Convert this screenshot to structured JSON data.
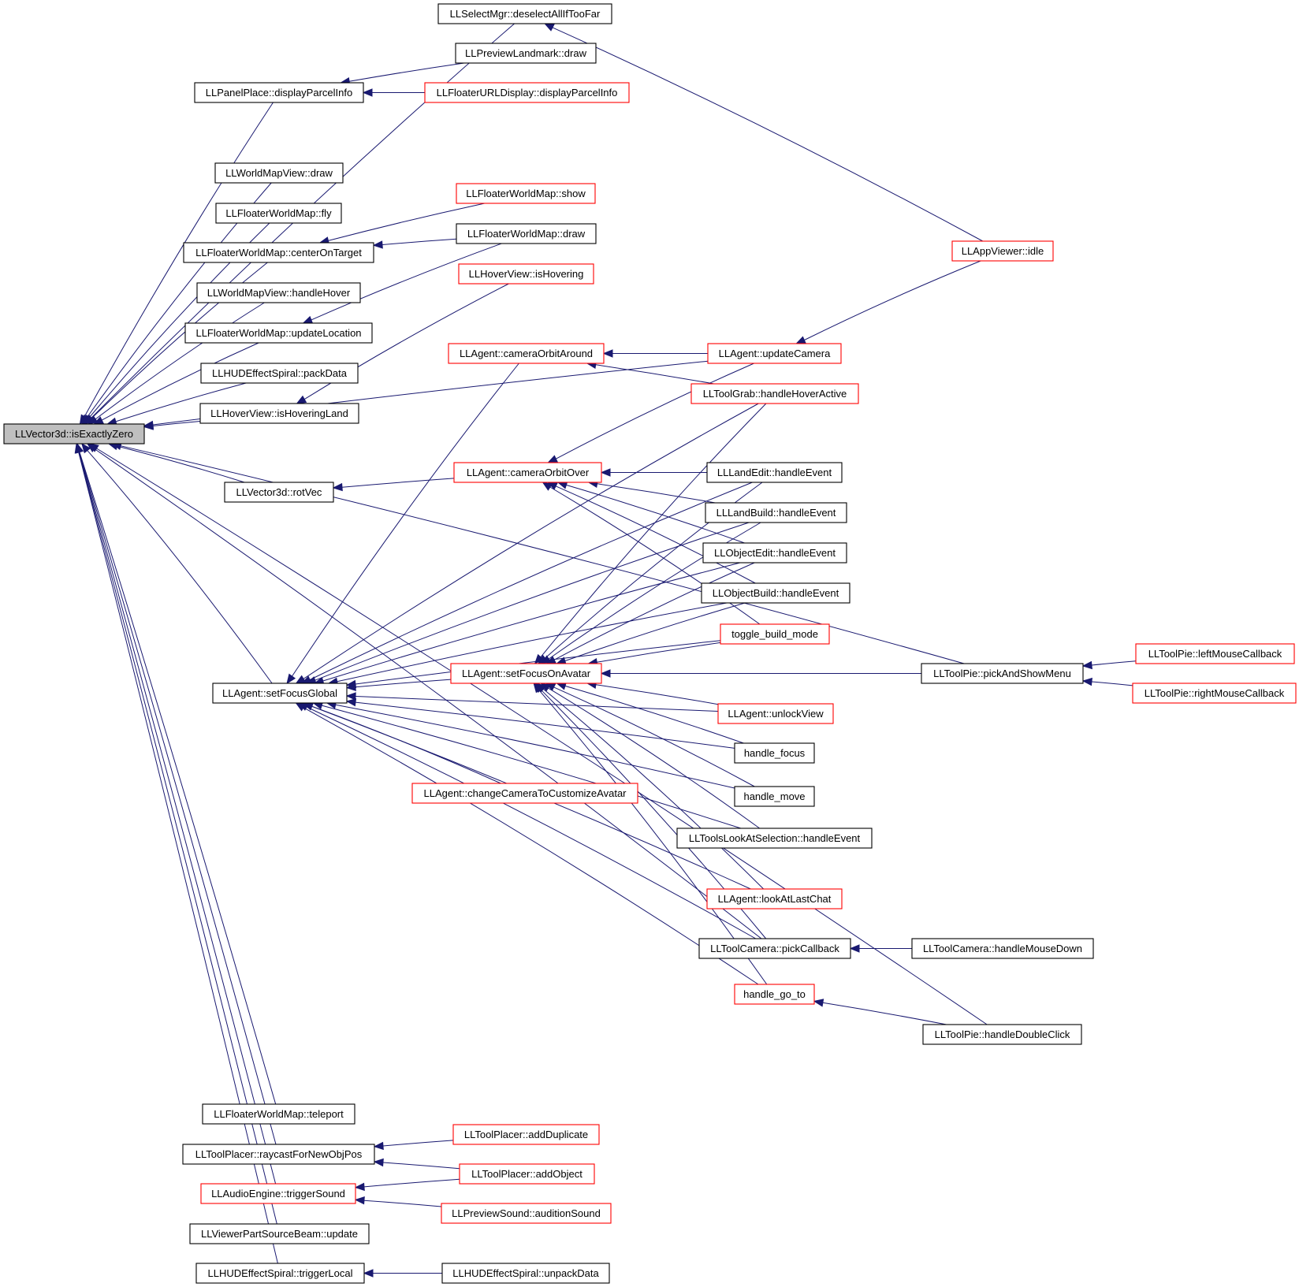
{
  "colors": {
    "edge": "#191970",
    "border_normal": "#000000",
    "border_truncated": "#ff0000",
    "root_fill": "#bfbfbf",
    "node_fill": "#ffffff"
  },
  "nodes": [
    {
      "id": "root",
      "label": "LLVector3d::isExactlyZero",
      "style": "root"
    },
    {
      "id": "deselect",
      "label": "LLSelectMgr::deselectAllIfTooFar",
      "style": "normal"
    },
    {
      "id": "previewLandmarkDraw",
      "label": "LLPreviewLandmark::draw",
      "style": "normal"
    },
    {
      "id": "panelPlaceDisplay",
      "label": "LLPanelPlace::displayParcelInfo",
      "style": "normal"
    },
    {
      "id": "floaterURLDisplay",
      "label": "LLFloaterURLDisplay::displayParcelInfo",
      "style": "truncated"
    },
    {
      "id": "worldMapViewDraw",
      "label": "LLWorldMapView::draw",
      "style": "normal"
    },
    {
      "id": "floaterWorldMapFly",
      "label": "LLFloaterWorldMap::fly",
      "style": "normal"
    },
    {
      "id": "floaterWorldMapShow",
      "label": "LLFloaterWorldMap::show",
      "style": "truncated"
    },
    {
      "id": "centerOnTarget",
      "label": "LLFloaterWorldMap::centerOnTarget",
      "style": "normal"
    },
    {
      "id": "floaterWorldMapDraw",
      "label": "LLFloaterWorldMap::draw",
      "style": "normal"
    },
    {
      "id": "appViewerIdle",
      "label": "LLAppViewer::idle",
      "style": "truncated"
    },
    {
      "id": "worldMapHandleHover",
      "label": "LLWorldMapView::handleHover",
      "style": "normal"
    },
    {
      "id": "hoverIsHovering",
      "label": "LLHoverView::isHovering",
      "style": "truncated"
    },
    {
      "id": "updateLocation",
      "label": "LLFloaterWorldMap::updateLocation",
      "style": "normal"
    },
    {
      "id": "cameraOrbitAround",
      "label": "LLAgent::cameraOrbitAround",
      "style": "truncated"
    },
    {
      "id": "updateCamera",
      "label": "LLAgent::updateCamera",
      "style": "truncated"
    },
    {
      "id": "hudPackData",
      "label": "LLHUDEffectSpiral::packData",
      "style": "normal"
    },
    {
      "id": "toolGrabHover",
      "label": "LLToolGrab::handleHoverActive",
      "style": "truncated"
    },
    {
      "id": "hoverIsHoveringLand",
      "label": "LLHoverView::isHoveringLand",
      "style": "normal"
    },
    {
      "id": "cameraOrbitOver",
      "label": "LLAgent::cameraOrbitOver",
      "style": "truncated"
    },
    {
      "id": "landEdit",
      "label": "LLLandEdit::handleEvent",
      "style": "normal"
    },
    {
      "id": "rotVec",
      "label": "LLVector3d::rotVec",
      "style": "normal"
    },
    {
      "id": "landBuild",
      "label": "LLLandBuild::handleEvent",
      "style": "normal"
    },
    {
      "id": "objectEdit",
      "label": "LLObjectEdit::handleEvent",
      "style": "normal"
    },
    {
      "id": "objectBuild",
      "label": "LLObjectBuild::handleEvent",
      "style": "normal"
    },
    {
      "id": "toggleBuild",
      "label": "toggle_build_mode",
      "style": "truncated"
    },
    {
      "id": "leftMouse",
      "label": "LLToolPie::leftMouseCallback",
      "style": "truncated"
    },
    {
      "id": "setFocusOnAvatar",
      "label": "LLAgent::setFocusOnAvatar",
      "style": "truncated"
    },
    {
      "id": "pickAndShowMenu",
      "label": "LLToolPie::pickAndShowMenu",
      "style": "normal"
    },
    {
      "id": "setFocusGlobal",
      "label": "LLAgent::setFocusGlobal",
      "style": "normal"
    },
    {
      "id": "rightMouse",
      "label": "LLToolPie::rightMouseCallback",
      "style": "truncated"
    },
    {
      "id": "unlockView",
      "label": "LLAgent::unlockView",
      "style": "truncated"
    },
    {
      "id": "handleFocus",
      "label": "handle_focus",
      "style": "normal"
    },
    {
      "id": "changeCamera",
      "label": "LLAgent::changeCameraToCustomizeAvatar",
      "style": "truncated"
    },
    {
      "id": "handleMove",
      "label": "handle_move",
      "style": "normal"
    },
    {
      "id": "toolsLookAt",
      "label": "LLToolsLookAtSelection::handleEvent",
      "style": "normal"
    },
    {
      "id": "lookAtLastChat",
      "label": "LLAgent::lookAtLastChat",
      "style": "truncated"
    },
    {
      "id": "pickCallback",
      "label": "LLToolCamera::pickCallback",
      "style": "normal"
    },
    {
      "id": "handleMouseDown",
      "label": "LLToolCamera::handleMouseDown",
      "style": "normal"
    },
    {
      "id": "handleGoTo",
      "label": "handle_go_to",
      "style": "truncated"
    },
    {
      "id": "handleDoubleClick",
      "label": "LLToolPie::handleDoubleClick",
      "style": "normal"
    },
    {
      "id": "teleport",
      "label": "LLFloaterWorldMap::teleport",
      "style": "normal"
    },
    {
      "id": "addDuplicate",
      "label": "LLToolPlacer::addDuplicate",
      "style": "truncated"
    },
    {
      "id": "raycast",
      "label": "LLToolPlacer::raycastForNewObjPos",
      "style": "normal"
    },
    {
      "id": "addObject",
      "label": "LLToolPlacer::addObject",
      "style": "truncated"
    },
    {
      "id": "triggerSound",
      "label": "LLAudioEngine::triggerSound",
      "style": "truncated"
    },
    {
      "id": "auditionSound",
      "label": "LLPreviewSound::auditionSound",
      "style": "truncated"
    },
    {
      "id": "partSourceBeam",
      "label": "LLViewerPartSourceBeam::update",
      "style": "normal"
    },
    {
      "id": "triggerLocal",
      "label": "LLHUDEffectSpiral::triggerLocal",
      "style": "normal"
    },
    {
      "id": "unpackData",
      "label": "LLHUDEffectSpiral::unpackData",
      "style": "normal"
    }
  ],
  "edges": [
    [
      "deselect",
      "root"
    ],
    [
      "panelPlaceDisplay",
      "root"
    ],
    [
      "updateCamera",
      "root"
    ],
    [
      "worldMapViewDraw",
      "root"
    ],
    [
      "floaterWorldMapFly",
      "root"
    ],
    [
      "centerOnTarget",
      "root"
    ],
    [
      "worldMapHandleHover",
      "root"
    ],
    [
      "updateLocation",
      "root"
    ],
    [
      "hudPackData",
      "root"
    ],
    [
      "hoverIsHoveringLand",
      "root"
    ],
    [
      "pickAndShowMenu",
      "root"
    ],
    [
      "rotVec",
      "root"
    ],
    [
      "setFocusGlobal",
      "root"
    ],
    [
      "pickCallback",
      "root"
    ],
    [
      "handleDoubleClick",
      "root"
    ],
    [
      "teleport",
      "root"
    ],
    [
      "raycast",
      "root"
    ],
    [
      "triggerSound",
      "root"
    ],
    [
      "partSourceBeam",
      "root"
    ],
    [
      "triggerLocal",
      "root"
    ],
    [
      "appViewerIdle",
      "deselect"
    ],
    [
      "previewLandmarkDraw",
      "panelPlaceDisplay"
    ],
    [
      "floaterURLDisplay",
      "panelPlaceDisplay"
    ],
    [
      "floaterWorldMapShow",
      "centerOnTarget"
    ],
    [
      "floaterWorldMapDraw",
      "centerOnTarget"
    ],
    [
      "floaterWorldMapDraw",
      "updateLocation"
    ],
    [
      "hoverIsHovering",
      "hoverIsHoveringLand"
    ],
    [
      "appViewerIdle",
      "updateCamera"
    ],
    [
      "updateCamera",
      "cameraOrbitAround"
    ],
    [
      "toolGrabHover",
      "cameraOrbitAround"
    ],
    [
      "cameraOrbitOver",
      "rotVec"
    ],
    [
      "updateCamera",
      "cameraOrbitOver"
    ],
    [
      "landEdit",
      "cameraOrbitOver"
    ],
    [
      "landBuild",
      "cameraOrbitOver"
    ],
    [
      "objectEdit",
      "cameraOrbitOver"
    ],
    [
      "objectBuild",
      "cameraOrbitOver"
    ],
    [
      "toggleBuild",
      "cameraOrbitOver"
    ],
    [
      "leftMouse",
      "pickAndShowMenu"
    ],
    [
      "rightMouse",
      "pickAndShowMenu"
    ],
    [
      "pickAndShowMenu",
      "setFocusOnAvatar"
    ],
    [
      "toolGrabHover",
      "setFocusOnAvatar"
    ],
    [
      "landEdit",
      "setFocusOnAvatar"
    ],
    [
      "landBuild",
      "setFocusOnAvatar"
    ],
    [
      "objectEdit",
      "setFocusOnAvatar"
    ],
    [
      "objectBuild",
      "setFocusOnAvatar"
    ],
    [
      "toggleBuild",
      "setFocusOnAvatar"
    ],
    [
      "unlockView",
      "setFocusOnAvatar"
    ],
    [
      "handleFocus",
      "setFocusOnAvatar"
    ],
    [
      "handleMove",
      "setFocusOnAvatar"
    ],
    [
      "toolsLookAt",
      "setFocusOnAvatar"
    ],
    [
      "lookAtLastChat",
      "setFocusOnAvatar"
    ],
    [
      "pickCallback",
      "setFocusOnAvatar"
    ],
    [
      "handleGoTo",
      "setFocusOnAvatar"
    ],
    [
      "cameraOrbitAround",
      "setFocusGlobal"
    ],
    [
      "toolGrabHover",
      "setFocusGlobal"
    ],
    [
      "landEdit",
      "setFocusGlobal"
    ],
    [
      "landBuild",
      "setFocusGlobal"
    ],
    [
      "objectEdit",
      "setFocusGlobal"
    ],
    [
      "objectBuild",
      "setFocusGlobal"
    ],
    [
      "toggleBuild",
      "setFocusGlobal"
    ],
    [
      "setFocusOnAvatar",
      "setFocusGlobal"
    ],
    [
      "unlockView",
      "setFocusGlobal"
    ],
    [
      "handleFocus",
      "setFocusGlobal"
    ],
    [
      "changeCamera",
      "setFocusGlobal"
    ],
    [
      "handleMove",
      "setFocusGlobal"
    ],
    [
      "toolsLookAt",
      "setFocusGlobal"
    ],
    [
      "lookAtLastChat",
      "setFocusGlobal"
    ],
    [
      "pickCallback",
      "setFocusGlobal"
    ],
    [
      "handleGoTo",
      "setFocusGlobal"
    ],
    [
      "handleMouseDown",
      "pickCallback"
    ],
    [
      "handleDoubleClick",
      "handleGoTo"
    ],
    [
      "addDuplicate",
      "raycast"
    ],
    [
      "addObject",
      "raycast"
    ],
    [
      "addObject",
      "triggerSound"
    ],
    [
      "auditionSound",
      "triggerSound"
    ],
    [
      "unpackData",
      "triggerLocal"
    ]
  ]
}
